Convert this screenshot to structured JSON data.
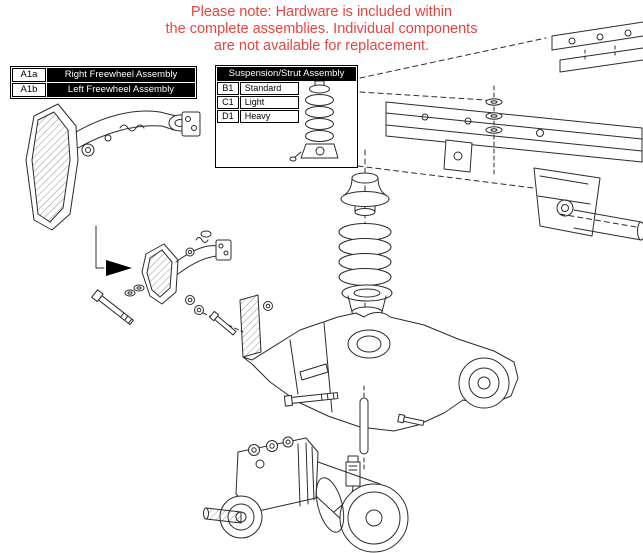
{
  "theme": {
    "note_red": "#e8433c",
    "line_color": "#2b2b2b"
  },
  "note": {
    "line1": "Please note: Hardware is included within",
    "line2": "the complete assemblies. Individual components",
    "line3": "are not available for replacement."
  },
  "freewheel_table": {
    "rows": [
      {
        "code": "A1a",
        "label": "Right Freewheel Assembly"
      },
      {
        "code": "A1b",
        "label": "Left Freewheel Assembly"
      }
    ]
  },
  "suspension_table": {
    "title": "Suspension/Strut Assembly",
    "rows": [
      {
        "code": "B1",
        "label": "Standard"
      },
      {
        "code": "C1",
        "label": "Light"
      },
      {
        "code": "D1",
        "label": "Heavy"
      }
    ]
  }
}
